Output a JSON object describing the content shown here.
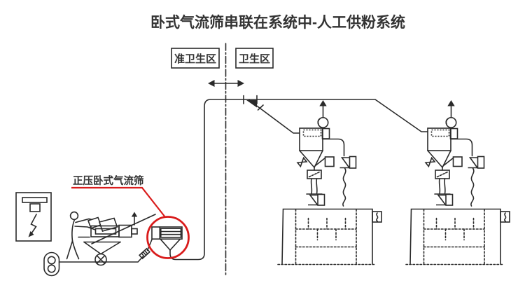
{
  "title": "卧式气流筛串联在系统中-人工供粉系统",
  "zones": {
    "quasi_hygiene": "准卫生区",
    "hygiene": "卫生区"
  },
  "callout": {
    "label": "正压卧式气流筛"
  },
  "colors": {
    "line": "#2a2a2a",
    "accent_red": "#d91c1c",
    "text": "#333333",
    "background": "#ffffff"
  },
  "components": {
    "left_system": [
      "electric-control-panel-icon",
      "operator-figure-icon",
      "bag-dump-hopper-icon",
      "screw-feeder-icon",
      "roots-blower-icon",
      "ejector-nozzle-icon",
      "horizontal-air-sieve-icon"
    ],
    "right_system": [
      "filter-receiver-icon",
      "exhaust-fan-icon",
      "rotary-valve-icon",
      "flexible-hose-icon",
      "process-machine-icon"
    ],
    "markers": [
      "zone-divider-dashdot-line",
      "two-way-flow-arrow",
      "diverter-valve-marker",
      "highlight-circle"
    ]
  }
}
